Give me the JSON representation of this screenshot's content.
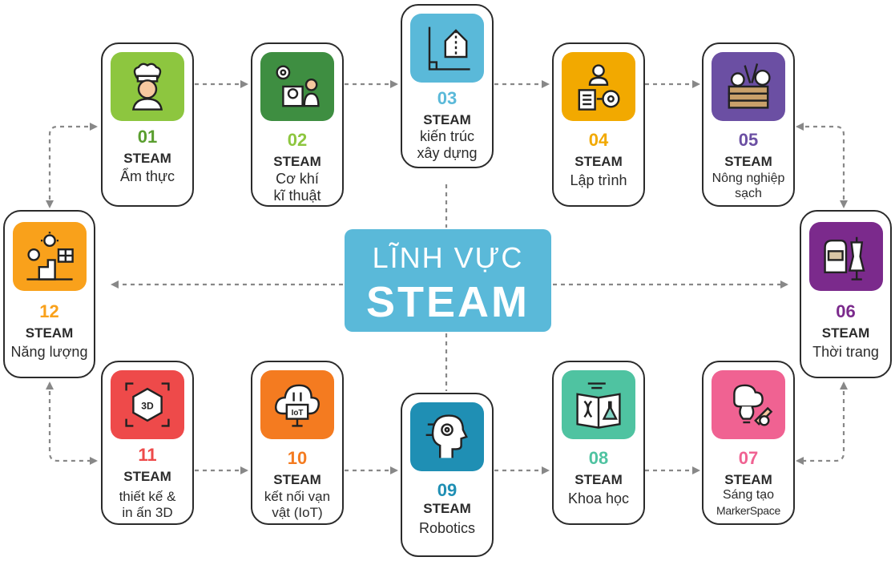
{
  "center": {
    "line1": "LĨNH VỰC",
    "line2": "STEAM"
  },
  "colors": {
    "c01": "#8dc63f",
    "c02": "#3e8e41",
    "c03": "#5ab9d9",
    "c04": "#f2a900",
    "c05": "#6b4fa3",
    "c06": "#7b2a8c",
    "c07": "#f06292",
    "c08": "#4fc3a1",
    "c09": "#1f8fb4",
    "c10": "#f47b20",
    "c11": "#ee4a4a",
    "c12": "#f9a11b",
    "num01": "#5a9e2f",
    "num02": "#8dc63f",
    "num03": "#5ab9d9",
    "num04": "#f2a900",
    "num05": "#6b4fa3",
    "num06": "#7b2a8c",
    "num07": "#f06292",
    "num08": "#4fc3a1",
    "num09": "#1f8fb4",
    "num10": "#f47b20",
    "num11": "#ee4a4a",
    "num12": "#f9a11b"
  },
  "items": {
    "i01": {
      "num": "01",
      "steam": "STEAM",
      "lines": [
        "Ẩm thực"
      ],
      "icon": "chef-icon"
    },
    "i02": {
      "num": "02",
      "steam": "STEAM",
      "lines": [
        "Cơ khí",
        "kĩ thuật"
      ],
      "icon": "mechanic-icon"
    },
    "i03": {
      "num": "03",
      "steam": "STEAM",
      "lines": [
        "kiến trúc",
        "xây dựng"
      ],
      "icon": "architecture-icon"
    },
    "i04": {
      "num": "04",
      "steam": "STEAM",
      "lines": [
        "Lập trình"
      ],
      "icon": "programming-icon"
    },
    "i05": {
      "num": "05",
      "steam": "STEAM",
      "lines": [
        "Nông nghiệp",
        "sạch"
      ],
      "icon": "agriculture-icon"
    },
    "i06": {
      "num": "06",
      "steam": "STEAM",
      "lines": [
        "Thời trang"
      ],
      "icon": "fashion-icon"
    },
    "i07": {
      "num": "07",
      "steam": "STEAM",
      "lines": [
        "Sáng tạo",
        "MarkerSpace"
      ],
      "icon": "creative-icon"
    },
    "i08": {
      "num": "08",
      "steam": "STEAM",
      "lines": [
        "Khoa học"
      ],
      "icon": "science-icon"
    },
    "i09": {
      "num": "09",
      "steam": "STEAM",
      "lines": [
        "Robotics"
      ],
      "icon": "robot-icon"
    },
    "i10": {
      "num": "10",
      "steam": "STEAM",
      "lines": [
        "kết nối vạn",
        "vật (IoT)"
      ],
      "icon": "iot-icon",
      "badge": "IoT"
    },
    "i11": {
      "num": "11",
      "steam": "STEAM",
      "lines": [
        "thiết kế &",
        "in ấn 3D"
      ],
      "icon": "print-3d-icon",
      "badge": "3D"
    },
    "i12": {
      "num": "12",
      "steam": "STEAM",
      "lines": [
        "Năng lượng"
      ],
      "icon": "energy-icon"
    }
  }
}
